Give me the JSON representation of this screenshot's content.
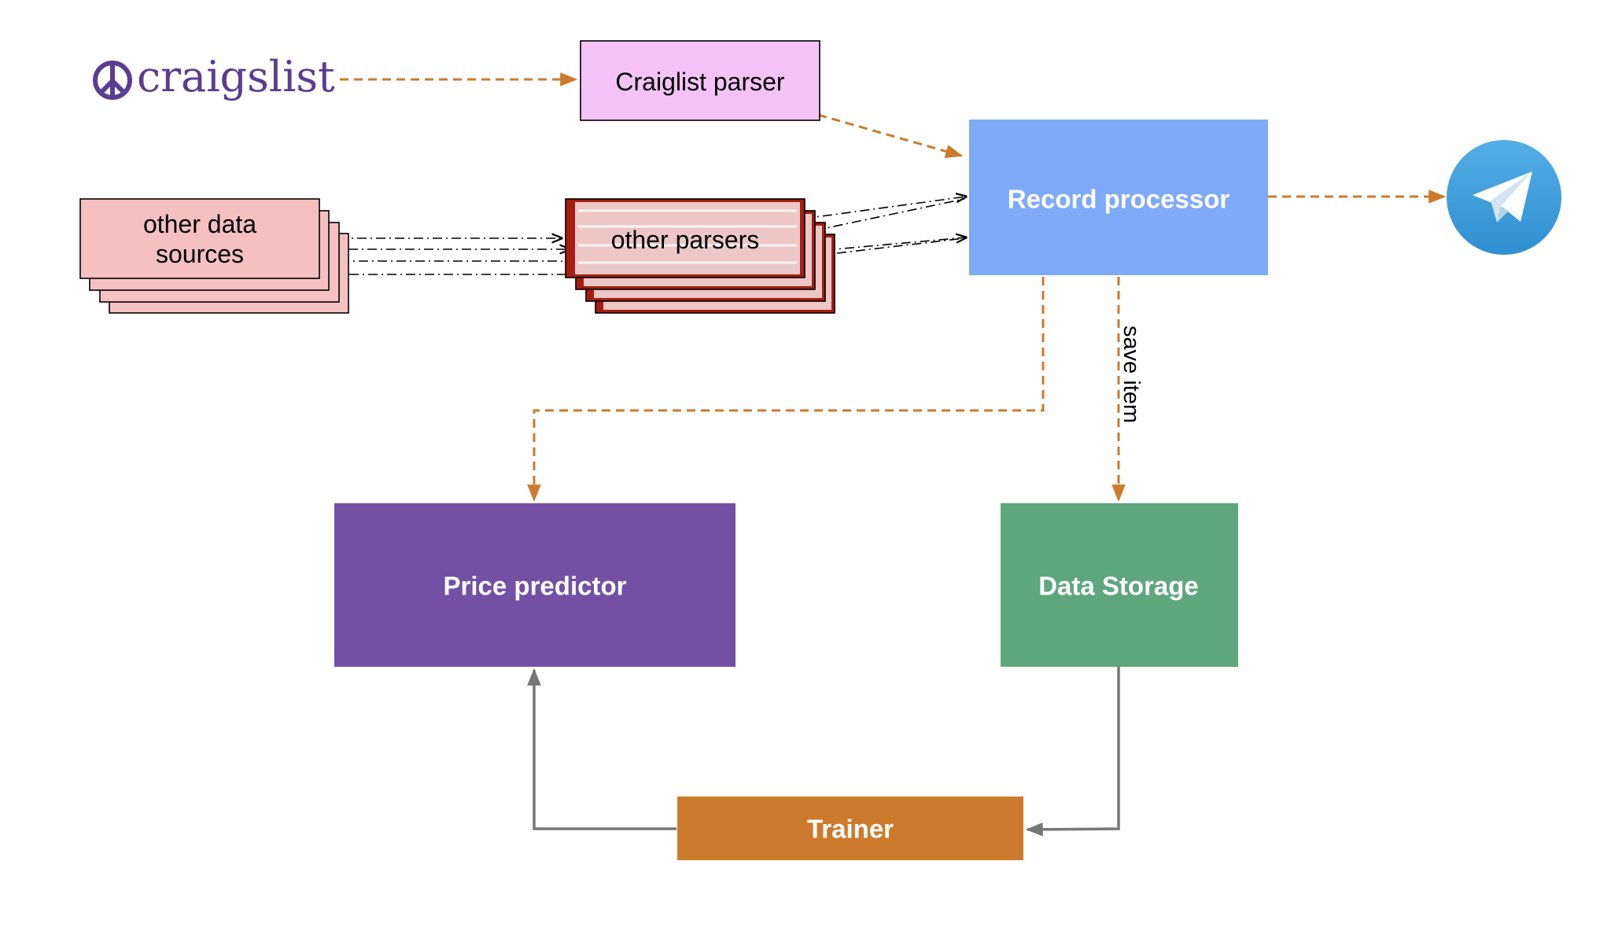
{
  "nodes": {
    "craigslist_logo": {
      "label": "craigslist",
      "icon": "peace-sign-icon"
    },
    "craigslist_parser": {
      "label": "Craiglist parser"
    },
    "other_data_sources": {
      "label_line1": "other data",
      "label_line2": "sources"
    },
    "other_parsers": {
      "label": "other parsers"
    },
    "record_processor": {
      "label": "Record processor"
    },
    "telegram": {
      "icon": "telegram-icon"
    },
    "price_predictor": {
      "label": "Price predictor"
    },
    "data_storage": {
      "label": "Data Storage"
    },
    "trainer": {
      "label": "Trainer"
    }
  },
  "edges": {
    "save_item": {
      "label": "save item"
    }
  },
  "colors": {
    "craigslist_purple": "#5a3d91",
    "parser_pink": "#f4c2f6",
    "source_pink": "#f5c0c0",
    "parsers_red": "#a51d12",
    "record_blue": "#7eaaf7",
    "telegram_blue": "#3a9bd9",
    "predictor_purple": "#7350a4",
    "storage_green": "#5ea77d",
    "trainer_orange": "#cc7b2d",
    "arrow_orange": "#cc7a2c",
    "arrow_gray": "#777777"
  }
}
